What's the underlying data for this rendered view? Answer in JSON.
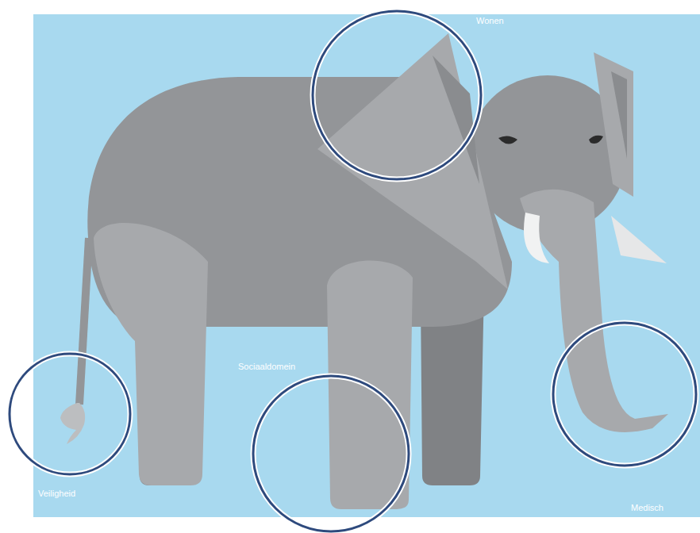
{
  "diagram": {
    "labels": [
      "Wonen",
      "Sociaaldomein",
      "Veiligheid",
      "Medisch"
    ]
  }
}
